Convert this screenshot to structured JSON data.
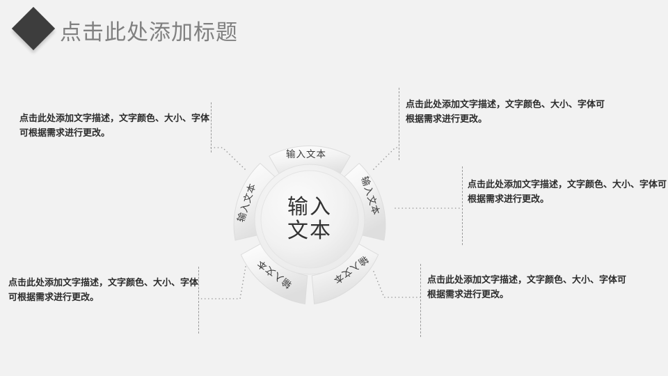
{
  "header": {
    "logo_icon": "diamond-icon",
    "title": "点击此处添加标题",
    "title_color": "#808080",
    "logo_color": "#3d3d3d"
  },
  "background_color": "#f2f2f2",
  "diagram": {
    "type": "donut-cycle",
    "center_label_line1": "输入",
    "center_label_line2": "文本",
    "segment_count": 5,
    "segments": [
      {
        "id": "segment-top",
        "label": "输入文本",
        "angle_deg": 0
      },
      {
        "id": "segment-upper-right",
        "label": "输入文本",
        "angle_deg": 72
      },
      {
        "id": "segment-lower-right",
        "label": "输入文本",
        "angle_deg": 144
      },
      {
        "id": "segment-lower-left",
        "label": "输入文本",
        "angle_deg": 216
      },
      {
        "id": "segment-upper-left",
        "label": "输入文本",
        "angle_deg": 288
      }
    ],
    "segment_fill": "#f0f0f0",
    "segment_stroke": "#dcdcdc",
    "center_fill": "#f4f4f4",
    "connector_color": "#9a9a9a",
    "connector_style": "dotted"
  },
  "descriptions": [
    {
      "id": "desc-top-left",
      "text": "点击此处添加文字描述，文字颜色、大小、字体可根据需求进行更改。"
    },
    {
      "id": "desc-bottom-left",
      "text": "点击此处添加文字描述，文字颜色、大小、字体可根据需求进行更改。"
    },
    {
      "id": "desc-top-right",
      "text": "点击此处添加文字描述，文字颜色、大小、字体可根据需求进行更改。"
    },
    {
      "id": "desc-middle-right",
      "text": "点击此处添加文字描述，文字颜色、大小、字体可根据需求进行更改。"
    },
    {
      "id": "desc-bottom-right",
      "text": "点击此处添加文字描述，文字颜色、大小、字体可根据需求进行更改。"
    }
  ]
}
